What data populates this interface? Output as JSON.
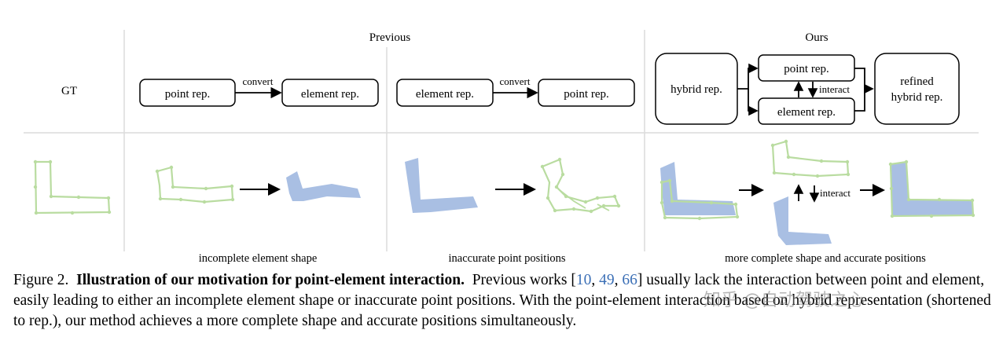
{
  "columns": {
    "gt": "GT",
    "previous": "Previous",
    "ours": "Ours"
  },
  "previous_a": {
    "from": "point rep.",
    "arrow": "convert",
    "to": "element rep."
  },
  "previous_b": {
    "from": "element rep.",
    "arrow": "convert",
    "to": "point rep."
  },
  "ours_diagram": {
    "hybrid": "hybrid rep.",
    "point": "point rep.",
    "element": "element rep.",
    "interact": "interact",
    "refined_line1": "refined",
    "refined_line2": "hybrid rep."
  },
  "bottom_interact": "interact",
  "sub_captions": {
    "previous_a": "incomplete element shape",
    "previous_b": "inaccurate point positions",
    "ours": "more complete shape and accurate positions"
  },
  "caption": {
    "label": "Figure 2.",
    "title": "Illustration of our motivation for point-element interaction.",
    "text1": "Previous works [",
    "ref1": "10",
    "sep1": ", ",
    "ref2": "49",
    "sep2": ", ",
    "ref3": "66",
    "text2": "] usually lack the interaction between point and element, easily leading to either an incomplete element shape or inaccurate point positions. With the point-element interaction based on hybrid representation (shortened to rep.), our method achieves a more complete shape and accurate positions simultaneously."
  },
  "watermark": "知乎 @自动驾驶之心",
  "colors": {
    "points": "#b9dca0",
    "element": "#a9bfe3",
    "ref": "#3b6fb6"
  }
}
